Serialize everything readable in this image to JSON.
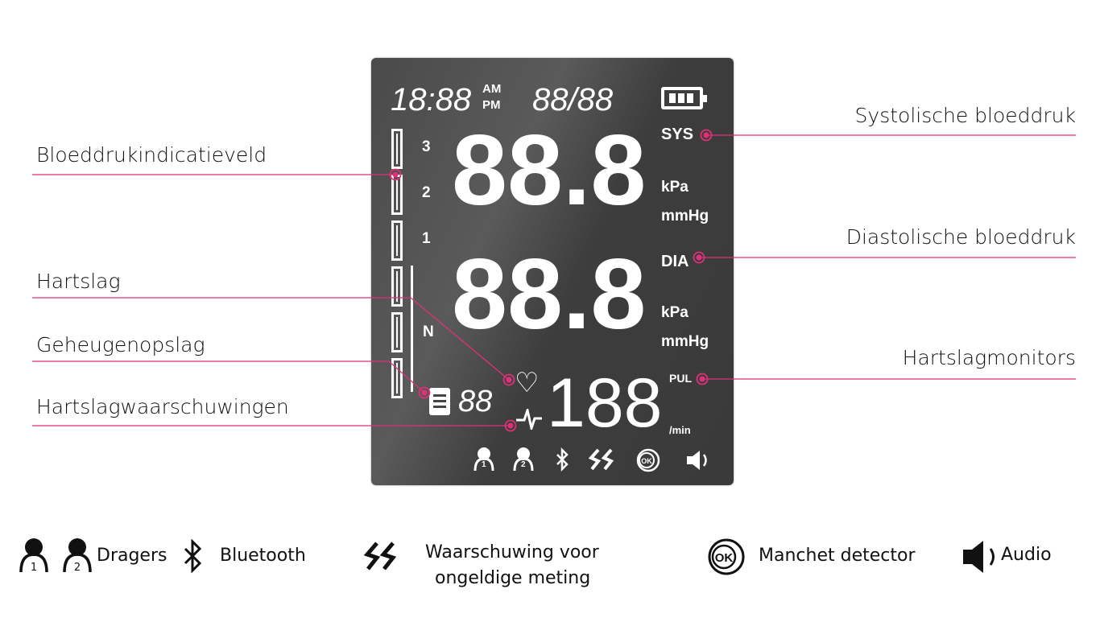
{
  "lcd": {
    "time": "18:88",
    "am": "AM",
    "pm": "PM",
    "date": "88/88",
    "sys_label": "SYS",
    "dia_label": "DIA",
    "pul_label": "PUL",
    "sys_value": "88.8",
    "dia_value": "88.8",
    "pulse_value": "188",
    "memory_value": "88",
    "unit_kpa": "kPa",
    "unit_mmhg": "mmHg",
    "unit_min": "/min",
    "scale_3": "3",
    "scale_2": "2",
    "scale_1": "1",
    "scale_n": "N",
    "user1": "1",
    "user2": "2",
    "ok": "OK"
  },
  "callouts": {
    "systolic": "Systolische bloeddruk",
    "indicator": "Bloeddrukindicatieveld",
    "diastolic": "Diastolische bloeddruk",
    "heartrate": "Hartslag",
    "memory": "Geheugenopslag",
    "pulse_monitor": "Hartslagmonitors",
    "warnings": "Hartslagwaarschuwingen"
  },
  "legend": {
    "users": "Dragers",
    "bluetooth": "Bluetooth",
    "invalid_line1": "Waarschuwing voor",
    "invalid_line2": "ongeldige meting",
    "cuff": "Manchet detector",
    "audio": "Audio"
  },
  "colors": {
    "accent": "#e0307a",
    "lcd": "#444444"
  }
}
